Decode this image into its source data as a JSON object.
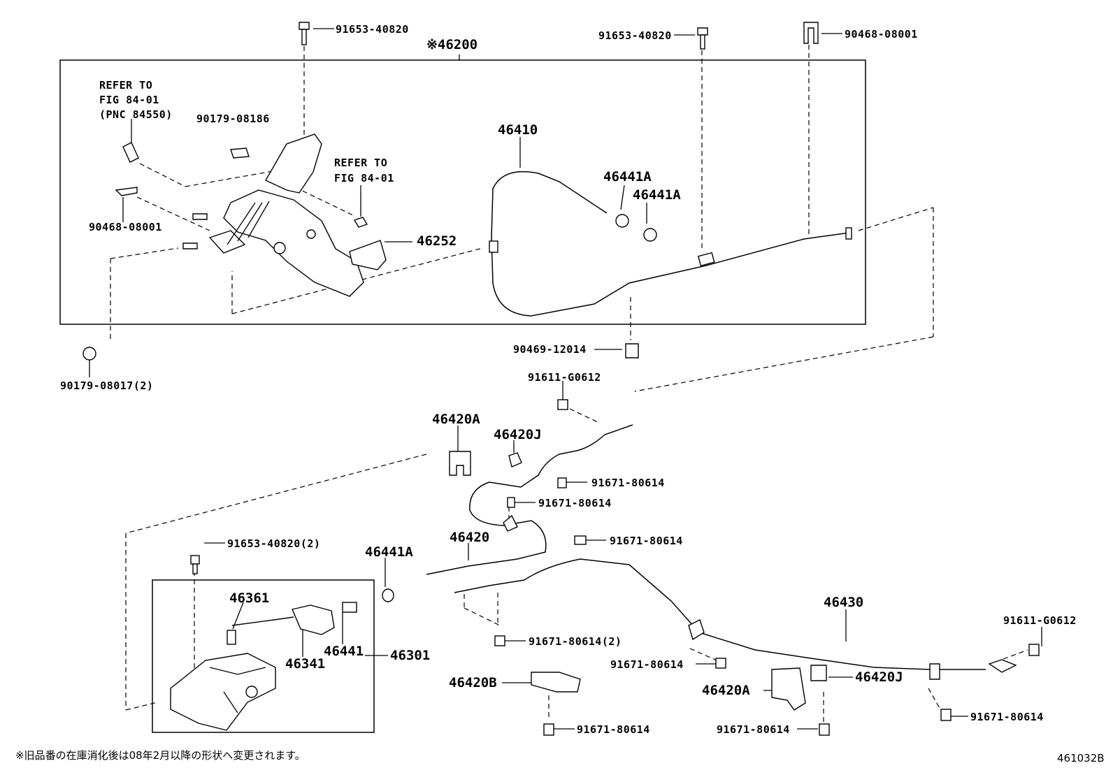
{
  "labels": {
    "top_bolt_1": "91653-40820",
    "group_46200": "※46200",
    "top_bolt_2": "91653-40820",
    "clip_top": "90468-08001",
    "refer_1_line1": "REFER TO",
    "refer_1_line2": "FIG 84-01",
    "refer_1_line3": "(PNC 84550)",
    "nut_90179_08186": "90179-08186",
    "refer_2_line1": "REFER TO",
    "refer_2_line2": "FIG 84-01",
    "clip_left": "90468-08001",
    "cover_46252": "46252",
    "cable_46410": "46410",
    "bush_46441A_1": "46441A",
    "bush_46441A_2": "46441A",
    "clamp_90469": "90469-12014",
    "nut_90179_08017": "90179-08017(2)",
    "bolt_91611_top": "91611-G0612",
    "clamp_46420A_top": "46420A",
    "clamp_46420J_top": "46420J",
    "bolt_91671_a": "91671-80614",
    "bolt_91671_b": "91671-80614",
    "cable_46420": "46420",
    "bolt_91671_c": "91671-80614",
    "bush_46441A_3": "46441A",
    "bolt_91653_2": "91653-40820(2)",
    "equalizer_46361": "46361",
    "equalizer_46341": "46341",
    "bush_46441": "46441",
    "assy_46301": "46301",
    "bolt_91671_d": "91671-80614(2)",
    "cable_46430": "46430",
    "bolt_91611_right": "91611-G0612",
    "bolt_91671_e": "91671-80614",
    "clamp_46420B": "46420B",
    "clamp_46420A_bottom": "46420A",
    "clamp_46420J_bottom": "46420J",
    "bolt_91671_f": "91671-80614",
    "bolt_91671_g": "91671-80614",
    "bolt_91671_h": "91671-80614"
  },
  "footer": {
    "note": "※旧品番の在庫消化後は08年2月以降の形状へ変更されます。",
    "diagram_code": "461032B"
  }
}
